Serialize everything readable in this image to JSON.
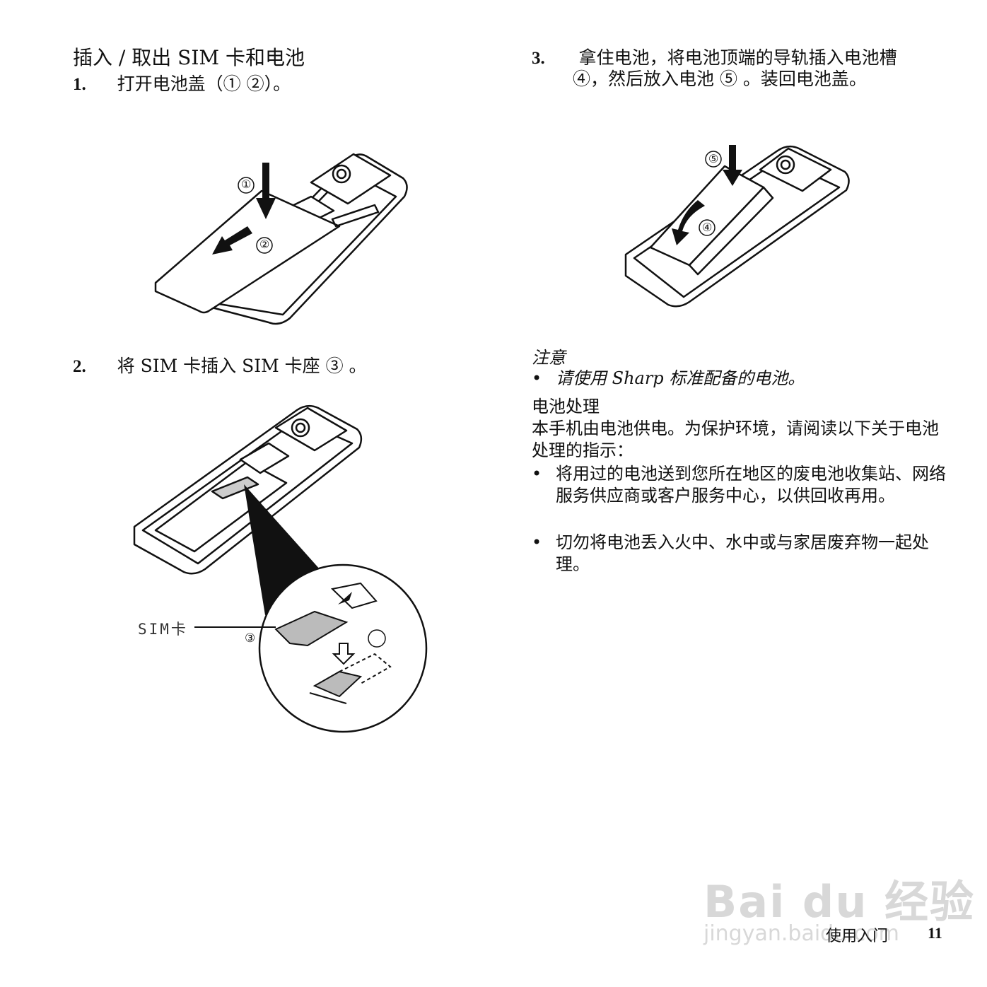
{
  "section_title": "插入 / 取出 SIM 卡和电池",
  "steps": [
    {
      "num": "1.",
      "text": "打开电池盖（① ②）。"
    },
    {
      "num": "2.",
      "text": "将 SIM 卡插入 SIM 卡座 ③ 。"
    },
    {
      "num": "3.",
      "text_line1": "拿住电池，将电池顶端的导轨插入电池槽",
      "text_line2": "④，然后放入电池 ⑤ 。装回电池盖。"
    }
  ],
  "figure_labels": {
    "fig1_marker1": "①",
    "fig1_marker2": "②",
    "fig2_marker3": "③",
    "fig2_sim_label": "SIM卡",
    "fig3_marker4": "④",
    "fig3_marker5": "⑤"
  },
  "note": {
    "heading": "注意",
    "bullets": [
      "请使用 Sharp 标准配备的电池。"
    ]
  },
  "disposal": {
    "heading": "电池处理",
    "intro": "本手机由电池供电。为保护环境，请阅读以下关于电池处理的指示：",
    "bullets": [
      "将用过的电池送到您所在地区的废电池收集站、网络服务供应商或客户服务中心，以供回收再用。",
      "切勿将电池丢入火中、水中或与家居废弃物一起处理。"
    ]
  },
  "footer": {
    "section": "使用入门",
    "page": "11"
  },
  "watermark": {
    "brand": "Bai du 经验",
    "url": "jingyan.baidu.com"
  }
}
